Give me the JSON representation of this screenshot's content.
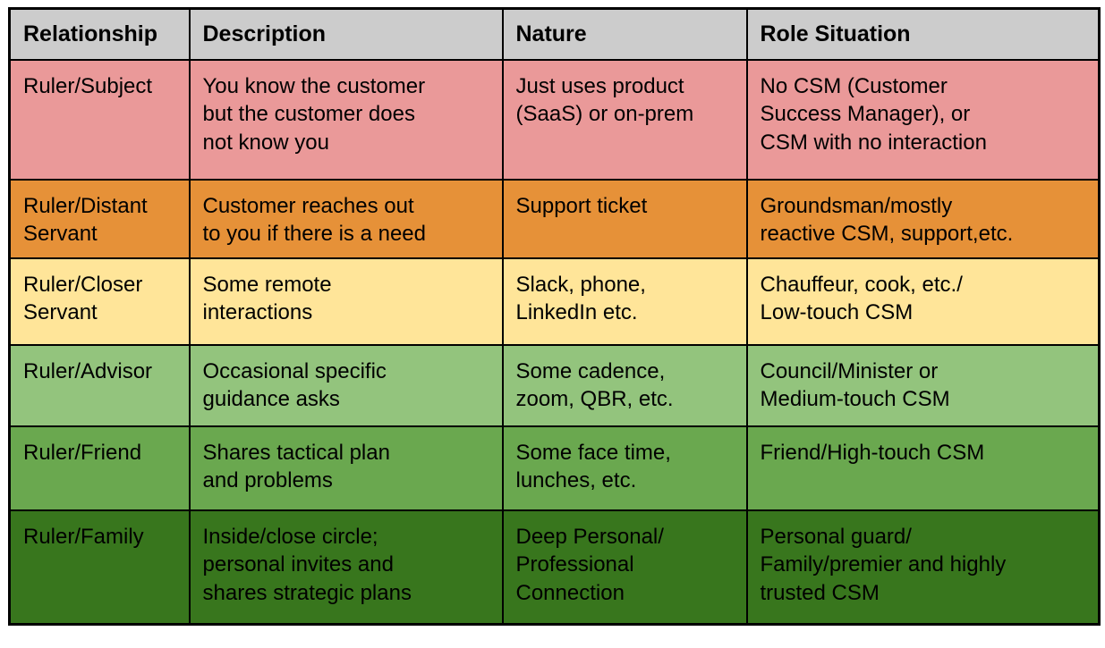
{
  "colors": {
    "page_background": "#ffffff",
    "border": "#000000",
    "text": "#000000",
    "header_background": "#cccccc",
    "row_backgrounds": [
      "#ea9999",
      "#e69138",
      "#ffe599",
      "#93c47d",
      "#6aa84f",
      "#38761d"
    ]
  },
  "table": {
    "header": {
      "background": "#cccccc",
      "columns": [
        "Relationship",
        "Description",
        "Nature",
        "Role Situation"
      ]
    },
    "rows": [
      {
        "background": "#ea9999",
        "relationship": "Ruler/Subject",
        "description": "You know the customer\nbut the customer does\nnot know you",
        "nature": "Just uses product\n(SaaS) or on-prem",
        "role_situation": "No CSM (Customer\nSuccess Manager), or\nCSM with no interaction"
      },
      {
        "background": "#e69138",
        "relationship": "Ruler/Distant\nServant",
        "description": "Customer reaches out\nto you if there is a need",
        "nature": "Support ticket",
        "role_situation": "Groundsman/mostly\nreactive CSM, support,etc."
      },
      {
        "background": "#ffe599",
        "relationship": "Ruler/Closer\nServant",
        "description": "Some remote\ninteractions",
        "nature": "Slack, phone,\nLinkedIn etc.",
        "role_situation": "Chauffeur, cook, etc./\nLow-touch CSM"
      },
      {
        "background": "#93c47d",
        "relationship": "Ruler/Advisor",
        "description": "Occasional specific\nguidance asks",
        "nature": "Some cadence,\nzoom, QBR, etc.",
        "role_situation": "Council/Minister or\nMedium-touch CSM"
      },
      {
        "background": "#6aa84f",
        "relationship": "Ruler/Friend",
        "description": "Shares tactical plan\nand problems",
        "nature": "Some face time,\nlunches, etc.",
        "role_situation": "Friend/High-touch CSM"
      },
      {
        "background": "#38761d",
        "relationship": "Ruler/Family",
        "description": "Inside/close circle;\npersonal invites and\nshares strategic plans",
        "nature": "Deep Personal/\nProfessional\nConnection",
        "role_situation": "Personal guard/\nFamily/premier and highly\ntrusted CSM"
      }
    ]
  }
}
